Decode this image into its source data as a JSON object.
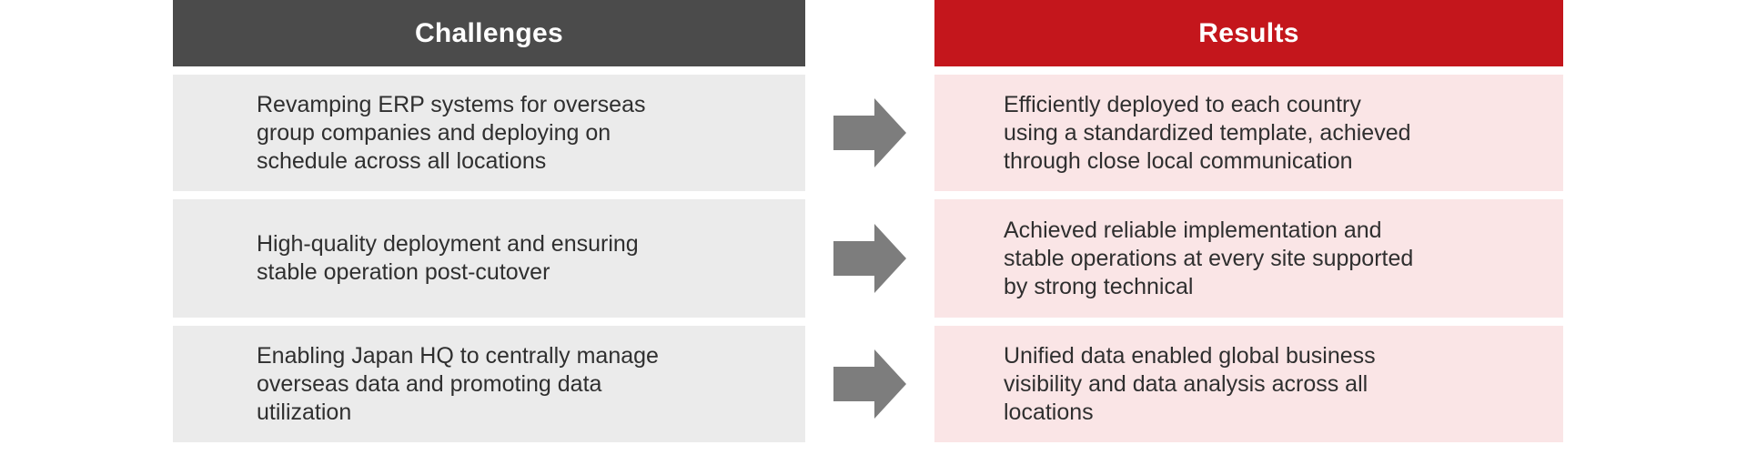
{
  "page": {
    "background": "#ffffff"
  },
  "colors": {
    "challenges_header_bg": "#4b4b4b",
    "results_header_bg": "#c4161c",
    "challenges_row_bg": "#ebebeb",
    "results_row_bg": "#fae5e6",
    "arrow": "#7d7d7d",
    "header_text": "#ffffff",
    "body_text": "#2f2f2f"
  },
  "challenges": {
    "title": "Challenges",
    "items": [
      "Revamping ERP systems for overseas\ngroup companies and deploying on\nschedule across all locations",
      "High-quality deployment and ensuring\nstable operation post-cutover",
      "Enabling Japan HQ to centrally manage\noverseas data and promoting data\nutilization"
    ]
  },
  "results": {
    "title": "Results",
    "items": [
      "Efficiently deployed to each country\nusing a standardized template, achieved\nthrough close local communication",
      "Achieved reliable implementation and\nstable operations at every site supported\nby strong technical",
      "Unified data enabled global business\nvisibility and data analysis across all\nlocations"
    ]
  },
  "arrows": {
    "icon": "right-block-arrow",
    "count": 3
  }
}
